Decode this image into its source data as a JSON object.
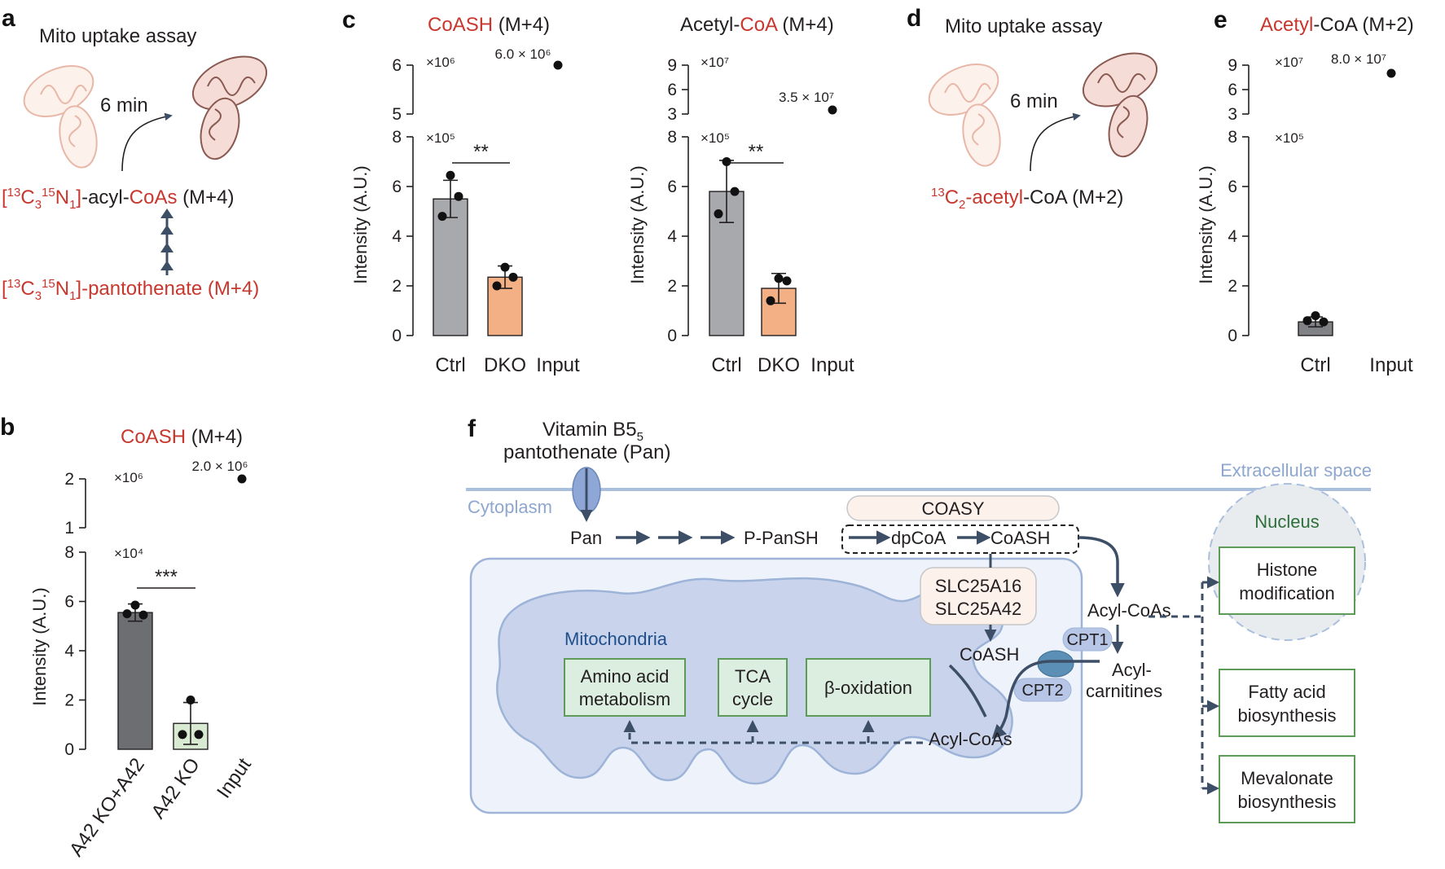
{
  "panel_a": {
    "label": "a",
    "title": "Mito uptake assay",
    "time": "6 min",
    "product": {
      "iso": "[13C315N1]-acyl-",
      "red2": "CoAs",
      "suffix": " (M+4)"
    },
    "precursor": "[13C315N1]-pantothenate (M+4)"
  },
  "panel_d": {
    "label": "d",
    "title": "Mito uptake assay",
    "time": "6 min",
    "product": {
      "iso": "13C2-acetyl",
      "suffix": "-CoA (M+2)"
    }
  },
  "chart_data": [
    {
      "id": "c1",
      "panel": "c",
      "type": "bar",
      "title": {
        "red": "CoASH",
        "black": " (M+4)"
      },
      "ylabel": "Intensity (A.U.)",
      "categories": [
        "Ctrl",
        "DKO",
        "Input"
      ],
      "values": [
        5.5,
        2.35,
        null
      ],
      "errors": [
        0.75,
        0.45,
        null
      ],
      "points": [
        [
          6.45,
          5.6,
          4.8
        ],
        [
          2.75,
          2.35,
          2.0
        ],
        []
      ],
      "bar_colors": [
        "#a7a9ac",
        "#f3b085",
        null
      ],
      "lower_axis": {
        "ticks": [
          0,
          2,
          4,
          6,
          8
        ],
        "multiplier": "×10⁵",
        "ylim": [
          0,
          8
        ]
      },
      "upper_axis": {
        "ticks": [
          5,
          6
        ],
        "multiplier": "×10⁶",
        "ylim": [
          5,
          6
        ]
      },
      "input_point": {
        "value": 6.0,
        "label": "6.0 × 10⁶"
      },
      "significance": "**"
    },
    {
      "id": "c2",
      "panel": "",
      "type": "bar",
      "title": {
        "black1": "Acetyl-",
        "red": "CoA",
        "black": " (M+4)"
      },
      "ylabel": "Intensity (A.U.)",
      "categories": [
        "Ctrl",
        "DKO",
        "Input"
      ],
      "values": [
        5.8,
        1.9,
        null
      ],
      "errors": [
        1.25,
        0.6,
        null
      ],
      "points": [
        [
          7.0,
          5.8,
          4.9
        ],
        [
          2.3,
          2.2,
          1.4
        ],
        []
      ],
      "bar_colors": [
        "#a7a9ac",
        "#f3b085",
        null
      ],
      "lower_axis": {
        "ticks": [
          0,
          2,
          4,
          6,
          8
        ],
        "multiplier": "×10⁵",
        "ylim": [
          0,
          8
        ]
      },
      "upper_axis": {
        "ticks": [
          3,
          6,
          9
        ],
        "multiplier": "×10⁷",
        "ylim": [
          3,
          9
        ]
      },
      "input_point": {
        "value": 3.5,
        "label": "3.5 × 10⁷"
      },
      "significance": "**"
    },
    {
      "id": "e",
      "panel": "e",
      "type": "bar",
      "title": {
        "red": "Acetyl",
        "black": "-CoA (M+2)"
      },
      "ylabel": "Intensity (A.U.)",
      "categories": [
        "Ctrl",
        "Input"
      ],
      "values": [
        0.55,
        null
      ],
      "errors": [
        0.2,
        null
      ],
      "points": [
        [
          0.8,
          0.55,
          0.6
        ],
        []
      ],
      "bar_colors": [
        "#808285",
        null
      ],
      "lower_axis": {
        "ticks": [
          0,
          2,
          4,
          6,
          8
        ],
        "multiplier": "×10⁵",
        "ylim": [
          0,
          8
        ]
      },
      "upper_axis": {
        "ticks": [
          3,
          6,
          9
        ],
        "multiplier": "×10⁷",
        "ylim": [
          3,
          9
        ]
      },
      "input_point": {
        "value": 8.0,
        "label": "8.0 × 10⁷"
      },
      "significance": ""
    },
    {
      "id": "b",
      "panel": "b",
      "type": "bar",
      "title": {
        "red": "CoASH",
        "black": " (M+4)"
      },
      "ylabel": "Intensity (A.U.)",
      "categories": [
        "A42 KO+A42",
        "A42 KO",
        "Input"
      ],
      "values": [
        5.55,
        1.05,
        null
      ],
      "errors": [
        0.35,
        0.85,
        null
      ],
      "points": [
        [
          5.85,
          5.45,
          5.5
        ],
        [
          2.0,
          0.6,
          0.6
        ],
        []
      ],
      "bar_colors": [
        "#6d6e71",
        "#d9ead3",
        null
      ],
      "lower_axis": {
        "ticks": [
          0,
          2,
          4,
          6,
          8
        ],
        "multiplier": "×10⁴",
        "ylim": [
          0,
          8
        ]
      },
      "upper_axis": {
        "ticks": [
          1,
          2
        ],
        "multiplier": "×10⁶",
        "ylim": [
          1,
          2
        ]
      },
      "input_point": {
        "value": 2.0,
        "label": "2.0 × 10⁶"
      },
      "significance": "***"
    }
  ],
  "panel_f": {
    "label": "f",
    "vitamin": "Vitamin B5",
    "pantothenate": "pantothenate (Pan)",
    "extracellular": "Extracellular space",
    "cytoplasm": "Cytoplasm",
    "pan": "Pan",
    "ppansh": "P-PanSH",
    "coasy": "COASY",
    "dpcoa": "dpCoA",
    "coash_cyto": "CoASH",
    "slc1": "SLC25A16",
    "slc2": "SLC25A42",
    "mitochondria": "Mitochondria",
    "coash_mito": "CoASH",
    "cpt1": "CPT1",
    "cpt2": "CPT2",
    "acylcoas_cyto": "Acyl-CoAs",
    "acylcarn1": "Acyl-",
    "acylcarn2": "carnitines",
    "acylcoas_mito": "Acyl-CoAs",
    "box_amino": [
      "Amino acid",
      "metabolism"
    ],
    "box_tca": [
      "TCA",
      "cycle"
    ],
    "box_beta": "β-oxidation",
    "nucleus": "Nucleus",
    "box_histone": [
      "Histone",
      "modification"
    ],
    "box_fatty": [
      "Fatty acid",
      "biosynthesis"
    ],
    "box_meva": [
      "Mevalonate",
      "biosynthesis"
    ]
  },
  "colors": {
    "red": "#c8372d",
    "arrow": "#3d4f66",
    "mem": "#a9bfdd",
    "mito": "#c9d4ec",
    "box": "#5e9b58",
    "nucleus": "#2f6f3a"
  }
}
